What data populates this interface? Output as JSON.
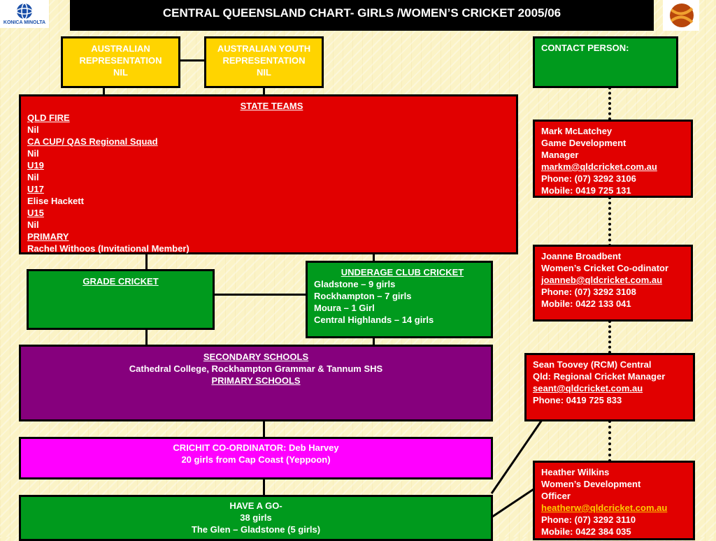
{
  "title": "CENTRAL QUEENSLAND CHART- GIRLS /WOMEN’S CRICKET  2005/06",
  "logos": {
    "left_text": "KONICA MINOLTA",
    "right_icon": "cricket-ball-logo"
  },
  "aus_rep": {
    "l1": "AUSTRALIAN",
    "l2": "REPRESENTATION",
    "l3": "NIL"
  },
  "aus_youth": {
    "l1": "AUSTRALIAN YOUTH",
    "l2": "REPRESENTATION",
    "l3": "NIL"
  },
  "state": {
    "heading": "STATE TEAMS",
    "lines": [
      "QLD FIRE",
      "Nil",
      "CA CUP/ QAS Regional Squad",
      "Nil",
      "U19",
      "Nil",
      "U17",
      "Elise Hackett",
      "U15",
      "Nil",
      "PRIMARY",
      "Rachel Withoos (Invitational Member)"
    ]
  },
  "grade": {
    "heading": "GRADE CRICKET"
  },
  "underage": {
    "heading": "UNDERAGE CLUB CRICKET",
    "lines": [
      "Gladstone – 9 girls",
      "Rockhampton – 7 girls",
      "Moura – 1 Girl",
      "Central Highlands – 14 girls"
    ]
  },
  "schools": {
    "heading": "SECONDARY SCHOOLS",
    "line": "Cathedral College, Rockhampton Grammar & Tannum SHS",
    "heading2": "PRIMARY SCHOOLS"
  },
  "crichit": {
    "l1": "CRICHIT CO-ORDINATOR: Deb Harvey",
    "l2": "20 girls from Cap Coast (Yeppoon)"
  },
  "haveago": {
    "l1": "HAVE A GO-",
    "l2": "38  girls",
    "l3": "The Glen – Gladstone (5 girls)"
  },
  "contact": {
    "heading": "CONTACT PERSON:"
  },
  "c1": {
    "name": "Mark McLatchey",
    "role1": "Game Development",
    "role2": "Manager",
    "email": "markm@qldcricket.com.au",
    "phone": "Phone: (07) 3292 3106",
    "mobile": "Mobile: 0419 725 131"
  },
  "c2": {
    "name": "Joanne Broadbent",
    "role1": "Women’s Cricket Co-odinator",
    "email": "joanneb@qldcricket.com.au",
    "phone": "Phone: (07) 3292 3108",
    "mobile": "Mobile: 0422 133 041"
  },
  "c3": {
    "name": "Sean Toovey  (RCM) Central",
    "role1": "Qld:  Regional Cricket Manager",
    "email": "seant@qldcricket.com.au",
    "phone": "Phone: 0419 725 833"
  },
  "c4": {
    "name": "Heather Wilkins",
    "role1": "Women’s Development",
    "role2": "Officer",
    "email": "heatherw@qldcricket.com.au",
    "phone": "Phone: (07) 3292 3110",
    "mobile": "Mobile: 0422 384 035"
  },
  "colors": {
    "yellow": "#ffd400",
    "green": "#009a1d",
    "red": "#e10000",
    "purple": "#86007d",
    "magenta": "#ff00ff",
    "email_orange": "#ffcc00"
  }
}
